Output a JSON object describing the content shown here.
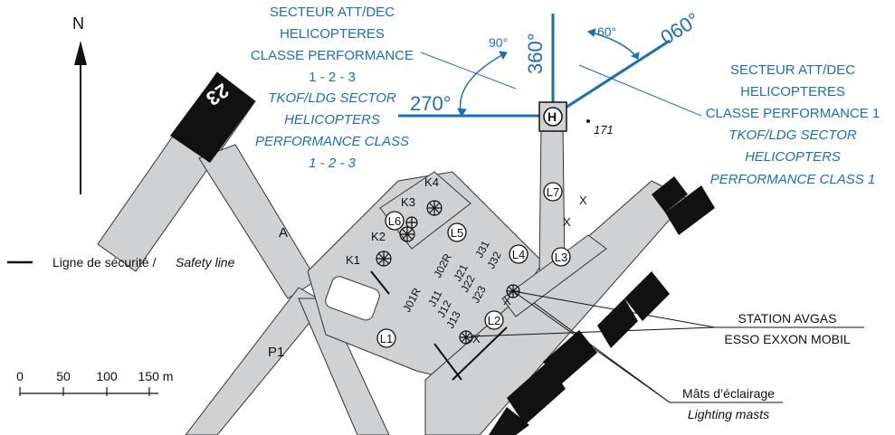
{
  "north": {
    "label": "N"
  },
  "runway": {
    "designator": "23"
  },
  "taxiways": {
    "a": "A",
    "p1": "P1"
  },
  "headings": {
    "h360": "360°",
    "h270": "270°",
    "h060": "060°",
    "a90": "90°",
    "a60": "60°"
  },
  "sector_left": {
    "fr": [
      "SECTEUR ATT/DEC",
      "HELICOPTERES",
      "CLASSE PERFORMANCE",
      "1 - 2 - 3"
    ],
    "en": [
      "TKOF/LDG SECTOR",
      "HELICOPTERS",
      "PERFORMANCE CLASS",
      "1 - 2 - 3"
    ]
  },
  "sector_right": {
    "fr": [
      "SECTEUR ATT/DEC",
      "HELICOPTERES",
      "CLASSE PERFORMANCE 1"
    ],
    "en": [
      "TKOF/LDG SECTOR",
      "HELICOPTERS",
      "PERFORMANCE CLASS 1"
    ]
  },
  "elevation": "171",
  "legend": {
    "safety_fr": "Ligne de sécurité /",
    "safety_en": "Safety line"
  },
  "scale": {
    "t0": "0",
    "t50": "50",
    "t100": "100",
    "t150": "150 m"
  },
  "stands": {
    "k1": "K1",
    "k2": "K2",
    "k3": "K3",
    "k4": "K4",
    "l6": "L6",
    "l5": "L5",
    "l4": "L4",
    "l3": "L3",
    "l7": "L7",
    "l2": "L2",
    "l1": "L1",
    "j01r": "J01R",
    "j02r": "J02R",
    "j31": "J31",
    "j32": "J32",
    "j21": "J21",
    "j22": "J22",
    "j23": "J23",
    "j11": "J11",
    "j12": "J12",
    "j13": "J13",
    "x": "X"
  },
  "callouts": {
    "avgas1": "STATION AVGAS",
    "avgas2": "ESSO EXXON MOBIL",
    "masts_fr": "Mâts d’éclairage",
    "masts_en": "Lighting masts"
  },
  "colors": {
    "blue": "#1b6fb5",
    "pavement": "#cfd1d3",
    "black": "#111111"
  }
}
